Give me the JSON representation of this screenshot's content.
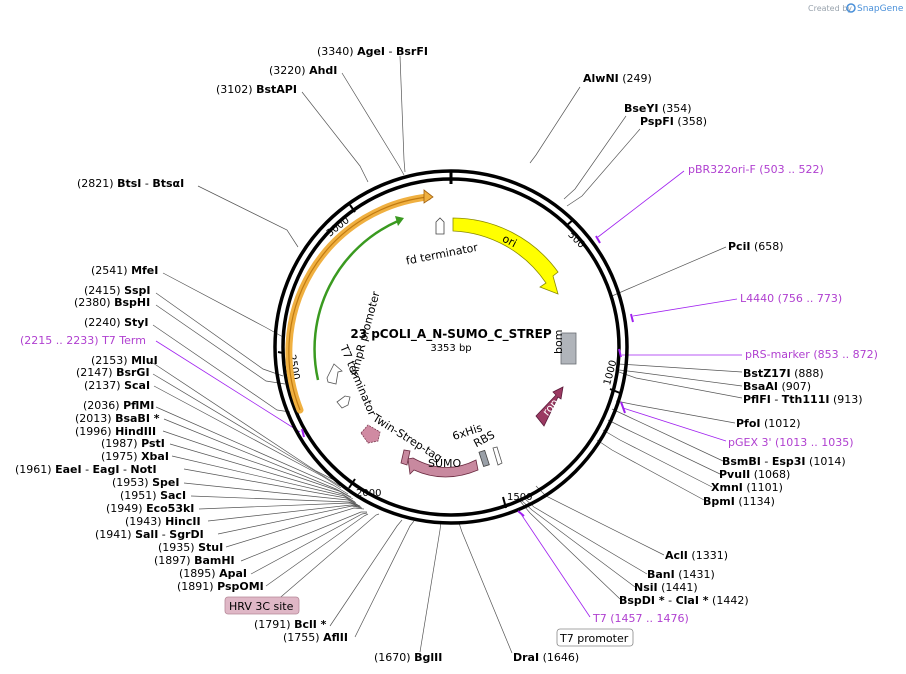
{
  "title": "23 pCOLI_A_N-SUMO_C_STREP",
  "length": "3353 bp",
  "credit": {
    "created_by": "Created by",
    "brand": "SnapGene"
  },
  "ticks": [
    "500",
    "1000",
    "1500",
    "2000",
    "2500",
    "3000"
  ],
  "features": {
    "ori": "ori",
    "fd_terminator": "fd terminator",
    "bom": "bom",
    "rop": "rop",
    "ampr_promoter": "AmpR promoter",
    "t7_terminator": "T7 terminator",
    "twin_strep": "Twin-Strep-tag",
    "sumo": "SUMO",
    "his": "6xHis",
    "rbs": "RBS"
  },
  "boxed": {
    "hrv": "HRV 3C site",
    "t7promoter": "T7 promoter"
  },
  "colors": {
    "ori": "#ffff00",
    "ampr": "#f0b040",
    "green": "#3a9a20",
    "bom": "#b0b4ba",
    "rop": "#9b3a62",
    "sumo": "#c8899f",
    "primer": "#a020f0",
    "hrv": "#dfb7c6"
  },
  "sites": [
    {
      "pos": "(3340)",
      "name": "AgeI",
      "extra": "BsrFI"
    },
    {
      "pos": "(3220)",
      "name": "AhdI"
    },
    {
      "pos": "(3102)",
      "name": "BstAPI"
    },
    {
      "pos": "(2821)",
      "name": "BtsI",
      "extra": "BtsαI"
    },
    {
      "pos": "(2541)",
      "name": "MfeI"
    },
    {
      "pos": "(2415)",
      "name": "SspI"
    },
    {
      "pos": "(2380)",
      "name": "BspHI"
    },
    {
      "pos": "(2240)",
      "name": "StyI"
    },
    {
      "pos": "(2153)",
      "name": "MluI"
    },
    {
      "pos": "(2147)",
      "name": "BsrGI"
    },
    {
      "pos": "(2137)",
      "name": "ScaI"
    },
    {
      "pos": "(2036)",
      "name": "PflMI"
    },
    {
      "pos": "(2013)",
      "name": "BsaBI *"
    },
    {
      "pos": "(1996)",
      "name": "HindIII"
    },
    {
      "pos": "(1987)",
      "name": "PstI"
    },
    {
      "pos": "(1975)",
      "name": "XbaI"
    },
    {
      "pos": "(1961)",
      "name": "EaeI",
      "extra": "EagI",
      "extra2": "NotI"
    },
    {
      "pos": "(1953)",
      "name": "SpeI"
    },
    {
      "pos": "(1951)",
      "name": "SacI"
    },
    {
      "pos": "(1949)",
      "name": "Eco53kI"
    },
    {
      "pos": "(1943)",
      "name": "HincII"
    },
    {
      "pos": "(1941)",
      "name": "SalI",
      "extra": "SgrDI"
    },
    {
      "pos": "(1935)",
      "name": "StuI"
    },
    {
      "pos": "(1897)",
      "name": "BamHI"
    },
    {
      "pos": "(1895)",
      "name": "ApaI"
    },
    {
      "pos": "(1891)",
      "name": "PspOMI"
    },
    {
      "pos": "(1791)",
      "name": "BclI *"
    },
    {
      "pos": "(1755)",
      "name": "AflII"
    },
    {
      "pos": "(1670)",
      "name": "BglII"
    },
    {
      "pos": "(1646)",
      "name": "DraI"
    },
    {
      "pos": "(249)",
      "name": "AlwNI"
    },
    {
      "pos": "(354)",
      "name": "BseYI"
    },
    {
      "pos": "(358)",
      "name": "PspFI"
    },
    {
      "pos": "(658)",
      "name": "PciI"
    },
    {
      "pos": "(888)",
      "name": "BstZ17I"
    },
    {
      "pos": "(907)",
      "name": "BsaAI"
    },
    {
      "pos": "(913)",
      "name": "PflFI",
      "extra": "Tth111I"
    },
    {
      "pos": "(1012)",
      "name": "PfoI"
    },
    {
      "pos": "(1014)",
      "name": "BsmBI",
      "extra": "Esp3I"
    },
    {
      "pos": "(1068)",
      "name": "PvuII"
    },
    {
      "pos": "(1101)",
      "name": "XmnI"
    },
    {
      "pos": "(1134)",
      "name": "BpmI"
    },
    {
      "pos": "(1331)",
      "name": "AclI"
    },
    {
      "pos": "(1431)",
      "name": "BanI"
    },
    {
      "pos": "(1441)",
      "name": "NsiI"
    },
    {
      "pos": "(1442)",
      "name": "BspDI *",
      "extra": "ClaI *"
    }
  ],
  "primers": [
    {
      "name": "pBR322ori-F",
      "range": "(503 .. 522)"
    },
    {
      "name": "L4440",
      "range": "(756 .. 773)"
    },
    {
      "name": "pRS-marker",
      "range": "(853 .. 872)"
    },
    {
      "name": "pGEX 3'",
      "range": "(1013 .. 1035)"
    },
    {
      "name": "T7",
      "range": "(1457 .. 1476)"
    },
    {
      "name": "T7 Term",
      "range": "(2215 .. 2233)"
    }
  ]
}
